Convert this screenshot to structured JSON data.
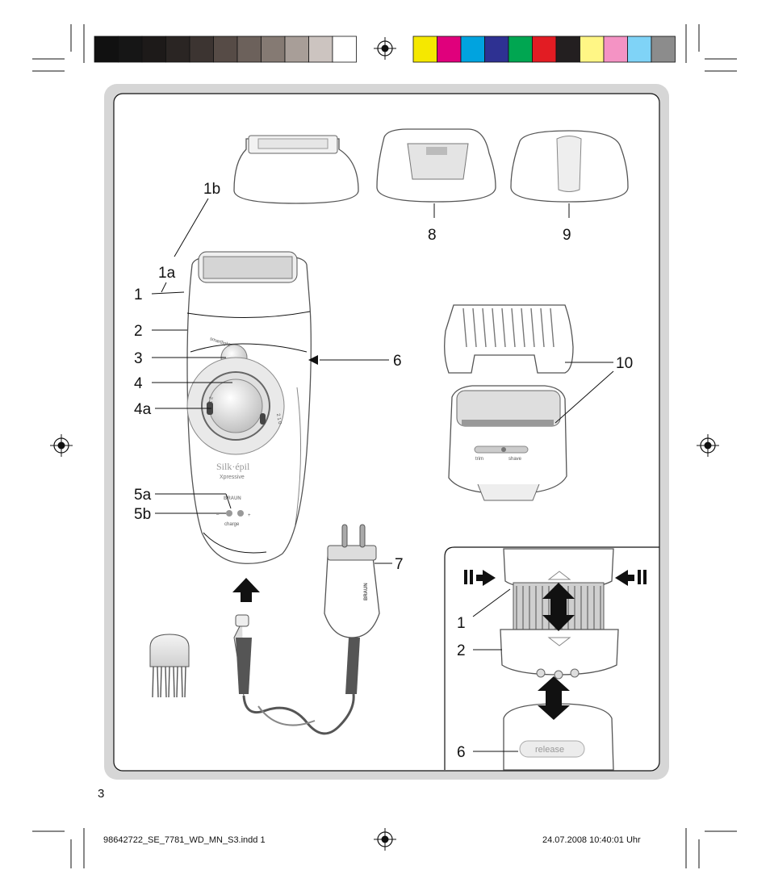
{
  "color_bar": {
    "greys": [
      "#111111",
      "#161616",
      "#1d1a19",
      "#2a2523",
      "#3c3431",
      "#564b46",
      "#6c615b",
      "#857a73",
      "#a89e98",
      "#ccc4c0",
      "#ffffff"
    ],
    "process": [
      "#f5e800",
      "#e0007c",
      "#00a3df",
      "#2e3192",
      "#00a651",
      "#e21c23",
      "#231f20",
      "#fff685",
      "#f493c4",
      "#7fd3f7",
      "#8c8c8c"
    ]
  },
  "labels": {
    "l1b": "1b",
    "l1a": "1a",
    "l1": "1",
    "l2": "2",
    "l3": "3",
    "l4": "4",
    "l4a": "4a",
    "l5a": "5a",
    "l5b": "5b",
    "l6": "6",
    "l7": "7",
    "l8": "8",
    "l9": "9",
    "l10": "10",
    "inset_1": "1",
    "inset_2": "2",
    "inset_6": "6"
  },
  "device_text": {
    "smartlight": "smartlight",
    "brand_line1": "Silk·épil",
    "brand_line2": "Xpressive",
    "logo": "BRAUN",
    "charge": "charge",
    "minus": "–",
    "plus": "+",
    "dial_left": "0 1 2",
    "dial_right": "2 1 0",
    "trim": "trim",
    "shave": "shave",
    "release": "release",
    "plug_logo": "BRAUN"
  },
  "footer": {
    "page_number": "3",
    "file": "98642722_SE_7781_WD_MN_S3.indd   1",
    "date": "24.07.2008   10:40:01 Uhr"
  }
}
